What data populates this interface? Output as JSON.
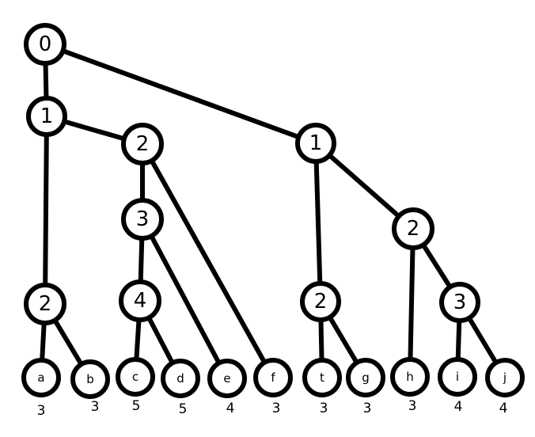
{
  "diagram": {
    "nodes": [
      {
        "id": "root",
        "label": "0"
      },
      {
        "id": "l1",
        "label": "1"
      },
      {
        "id": "l1-2",
        "label": "2"
      },
      {
        "id": "l1-2-3",
        "label": "3"
      },
      {
        "id": "l1-2-3-4",
        "label": "4"
      },
      {
        "id": "l1-2b",
        "label": "2"
      },
      {
        "id": "r1",
        "label": "1"
      },
      {
        "id": "r1-2a",
        "label": "2"
      },
      {
        "id": "r1-2b",
        "label": "2"
      },
      {
        "id": "r1-2b-3",
        "label": "3"
      },
      {
        "id": "leaf-a",
        "label": "a",
        "count": "3"
      },
      {
        "id": "leaf-b",
        "label": "b",
        "count": "3"
      },
      {
        "id": "leaf-c",
        "label": "c",
        "count": "5"
      },
      {
        "id": "leaf-d",
        "label": "d",
        "count": "5"
      },
      {
        "id": "leaf-e",
        "label": "e",
        "count": "4"
      },
      {
        "id": "leaf-f",
        "label": "f",
        "count": "3"
      },
      {
        "id": "leaf-t",
        "label": "t",
        "count": "3"
      },
      {
        "id": "leaf-g",
        "label": "g",
        "count": "3"
      },
      {
        "id": "leaf-h",
        "label": "h",
        "count": "3"
      },
      {
        "id": "leaf-i",
        "label": "i",
        "count": "4"
      },
      {
        "id": "leaf-j",
        "label": "j",
        "count": "4"
      }
    ],
    "edges": [
      [
        "root",
        "l1"
      ],
      [
        "root",
        "r1"
      ],
      [
        "l1",
        "l1-2b"
      ],
      [
        "l1",
        "l1-2"
      ],
      [
        "l1-2",
        "l1-2-3"
      ],
      [
        "l1-2",
        "leaf-f"
      ],
      [
        "l1-2-3",
        "l1-2-3-4"
      ],
      [
        "l1-2-3",
        "leaf-e"
      ],
      [
        "l1-2-3-4",
        "leaf-c"
      ],
      [
        "l1-2-3-4",
        "leaf-d"
      ],
      [
        "l1-2b",
        "leaf-a"
      ],
      [
        "l1-2b",
        "leaf-b"
      ],
      [
        "r1",
        "r1-2a"
      ],
      [
        "r1",
        "r1-2b"
      ],
      [
        "r1-2a",
        "leaf-t"
      ],
      [
        "r1-2a",
        "leaf-g"
      ],
      [
        "r1-2b",
        "leaf-h"
      ],
      [
        "r1-2b",
        "r1-2b-3"
      ],
      [
        "r1-2b-3",
        "leaf-i"
      ],
      [
        "r1-2b-3",
        "leaf-j"
      ]
    ]
  }
}
